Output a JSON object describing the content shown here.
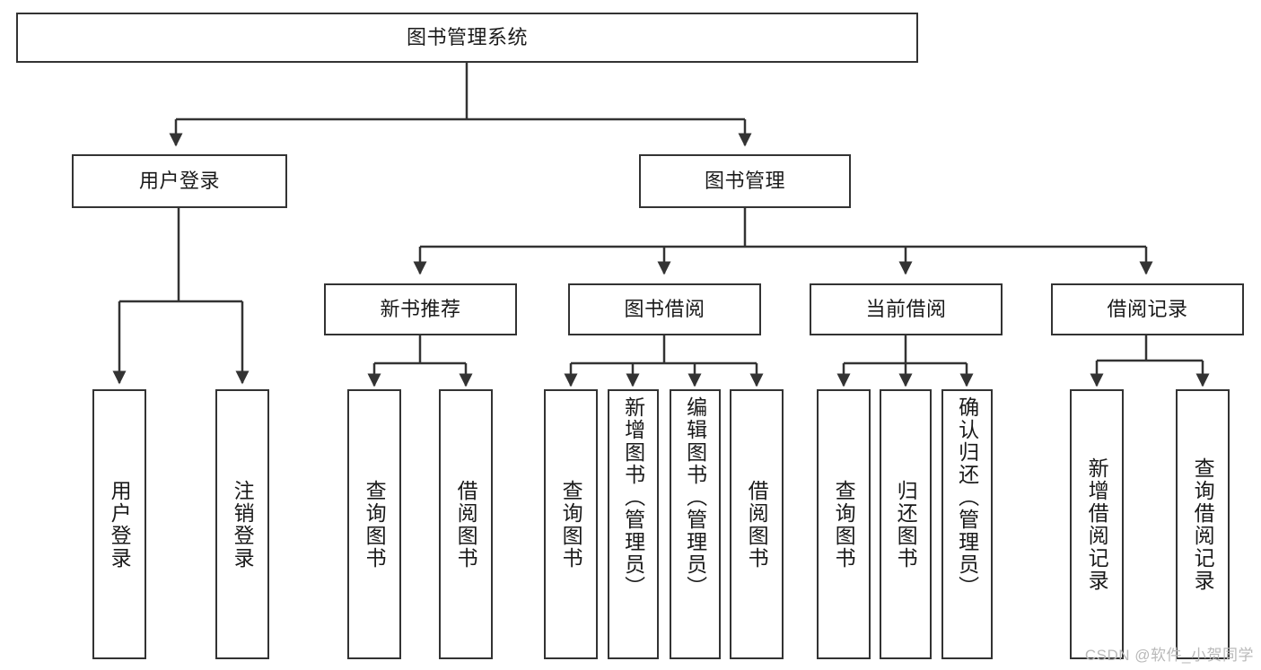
{
  "diagram": {
    "type": "tree-hierarchy",
    "title": "图书管理系统",
    "root": {
      "id": "root",
      "label": "图书管理系统"
    },
    "level1": [
      {
        "id": "user-login",
        "label": "用户登录"
      },
      {
        "id": "book-manage",
        "label": "图书管理"
      }
    ],
    "level2": [
      {
        "id": "new-book-rec",
        "label": "新书推荐",
        "parent": "book-manage"
      },
      {
        "id": "book-borrow",
        "label": "图书借阅",
        "parent": "book-manage"
      },
      {
        "id": "current-borrow",
        "label": "当前借阅",
        "parent": "book-manage"
      },
      {
        "id": "borrow-record",
        "label": "借阅记录",
        "parent": "book-manage"
      }
    ],
    "leaves": [
      {
        "id": "leaf-user-login",
        "label": "用户登录",
        "parent": "user-login"
      },
      {
        "id": "leaf-user-logout",
        "label": "注销登录",
        "parent": "user-login"
      },
      {
        "id": "leaf-query-book-1",
        "label": "查询图书",
        "parent": "new-book-rec"
      },
      {
        "id": "leaf-borrow-book-1",
        "label": "借阅图书",
        "parent": "new-book-rec"
      },
      {
        "id": "leaf-query-book-2",
        "label": "查询图书",
        "parent": "book-borrow"
      },
      {
        "id": "leaf-add-book",
        "label": "新增图书（管理员）",
        "parent": "book-borrow"
      },
      {
        "id": "leaf-edit-book",
        "label": "编辑图书（管理员）",
        "parent": "book-borrow"
      },
      {
        "id": "leaf-borrow-book-2",
        "label": "借阅图书",
        "parent": "book-borrow"
      },
      {
        "id": "leaf-query-book-3",
        "label": "查询图书",
        "parent": "current-borrow"
      },
      {
        "id": "leaf-return-book",
        "label": "归还图书",
        "parent": "current-borrow"
      },
      {
        "id": "leaf-confirm-return",
        "label": "确认归还（管理员）",
        "parent": "current-borrow"
      },
      {
        "id": "leaf-add-record",
        "label": "新增借阅记录",
        "parent": "borrow-record"
      },
      {
        "id": "leaf-query-record",
        "label": "查询借阅记录",
        "parent": "borrow-record"
      }
    ],
    "colors": {
      "stroke": "#333333",
      "fill": "#ffffff",
      "text": "#1a1a1a",
      "watermark": "#b9b9b9"
    }
  },
  "watermark": {
    "text": "CSDN @软件_小贺同学"
  }
}
